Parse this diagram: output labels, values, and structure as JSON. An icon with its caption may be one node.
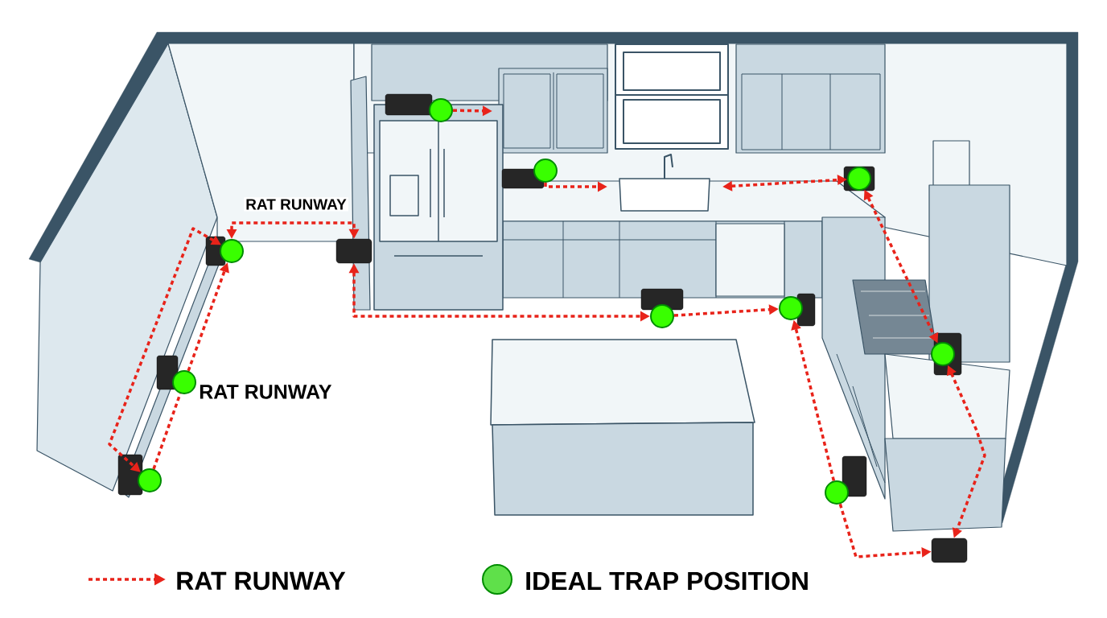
{
  "diagram": {
    "nodes": [
      {
        "text": [],
        "shape": "circle"
      },
      {
        "text": [],
        "shape": "circle"
      },
      {
        "text": [],
        "shape": "circle"
      },
      {
        "text": [],
        "shape": "circle"
      },
      {
        "text": [],
        "shape": "box"
      },
      {
        "text": [],
        "shape": "circle"
      },
      {
        "text": [],
        "shape": "circle"
      },
      {
        "text": [],
        "shape": "circle"
      },
      {
        "text": [],
        "shape": "box"
      },
      {
        "text": [],
        "shape": "circle"
      },
      {
        "text": [],
        "shape": "circle",
        "beside": [
          "RAT RUNWAY"
        ]
      },
      {
        "text": [],
        "shape": "circle"
      }
    ],
    "edges": [
      {
        "from": 0,
        "to": null,
        "arrow": "to"
      },
      {
        "from": 1,
        "to": null,
        "arrow": "to"
      },
      {
        "from": null,
        "to": 2,
        "arrow": "both"
      },
      {
        "from": 2,
        "to": 3,
        "arrow": "both"
      },
      {
        "from": 3,
        "to": 4,
        "arrow": "both"
      },
      {
        "from": 5,
        "to": 4,
        "arrow": "to"
      },
      {
        "from": 5,
        "to": 6,
        "arrow": "to"
      },
      {
        "from": 7,
        "to": 6,
        "arrow": "to"
      },
      {
        "from": 8,
        "to": 7,
        "arrow": "both"
      },
      {
        "from": 9,
        "to": 8,
        "arrow": "both",
        "label": "RAT RUNWAY"
      },
      {
        "from": 11,
        "to": 10,
        "arrow": "none"
      },
      {
        "from": 10,
        "to": 9,
        "arrow": "to"
      },
      {
        "from": 9,
        "to": 11,
        "arrow": "both"
      }
    ],
    "legend": [
      {
        "text": "RAT RUNWAY"
      },
      {
        "text": "IDEAL TRAP POSITION",
        "color": "#5fe04a"
      }
    ]
  }
}
